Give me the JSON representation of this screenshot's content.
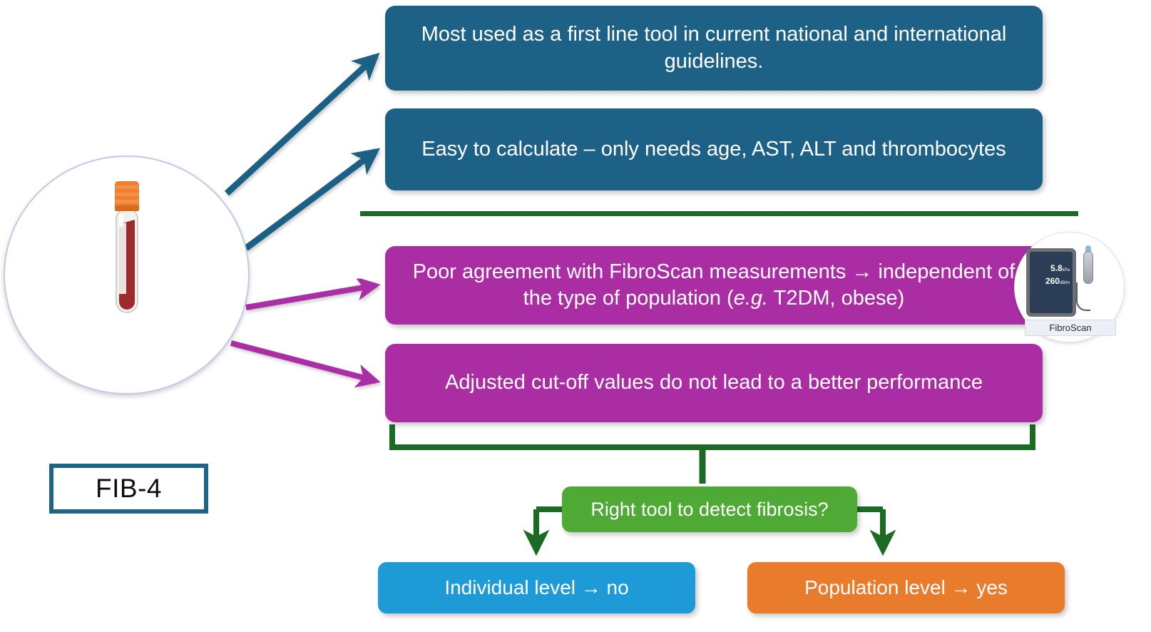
{
  "diagram": {
    "title": "FIB-4 evaluation flow diagram",
    "hero": {
      "label": "FIB-4",
      "icon": "blood-collection-tube-icon"
    },
    "positive_boxes": [
      {
        "id": "guidelines",
        "text": "Most used as a first line tool in current national and international guidelines.",
        "color": "#1d6186"
      },
      {
        "id": "easy",
        "text": "Easy to calculate – only needs age, AST, ALT and thrombocytes",
        "color": "#1d6186"
      }
    ],
    "negative_boxes": [
      {
        "id": "poor",
        "text_part1": "Poor agreement with FibroScan measurements → independent of the type of population (",
        "text_italic": "e.g.",
        "text_part2": " T2DM, obese)",
        "color": "#aa2da4"
      },
      {
        "id": "adjusted",
        "text": "Adjusted cut-off values do not lead to a better performance",
        "color": "#aa2da4"
      }
    ],
    "question_box": {
      "text": "Right tool to detect fibrosis?",
      "color": "#4faa35"
    },
    "outcomes": [
      {
        "id": "individual",
        "text": "Individual level → no",
        "color": "#1e9bd7"
      },
      {
        "id": "population",
        "text": "Population level → yes",
        "color": "#e97b2d"
      }
    ],
    "fibroscan": {
      "label": "FibroScan",
      "stiffness_value": "5.8",
      "stiffness_unit": "kPa",
      "cap_value": "260",
      "cap_unit": "dB/m"
    },
    "colors": {
      "teal": "#1d6186",
      "purple": "#aa2da4",
      "dark_green": "#1c6b25",
      "green": "#4faa35",
      "blue": "#1e9bd7",
      "orange": "#e97b2d",
      "circle_border": "#c3cbe4",
      "fib4_border": "#1f6385"
    }
  }
}
